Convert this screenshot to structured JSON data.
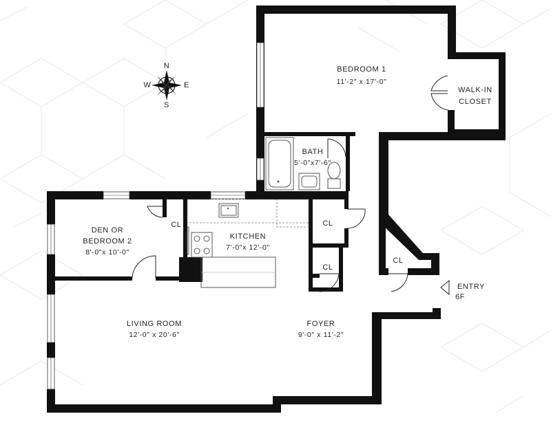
{
  "compass": {
    "n": "N",
    "s": "S",
    "e": "E",
    "w": "W"
  },
  "rooms": {
    "bedroom1": {
      "name": "BEDROOM 1",
      "size": "11'-2\" x 17'-0\""
    },
    "walkin": {
      "line1": "WALK-IN",
      "line2": "CLOSET"
    },
    "bath": {
      "name": "BATH",
      "size": "5'-0\"x7'-6\""
    },
    "den": {
      "line1": "DEN OR",
      "line2": "BEDROOM 2",
      "size": "8'-0\"x 10'-0\""
    },
    "kitchen": {
      "name": "KITCHEN",
      "size": "7'-0\"x 12'-0\""
    },
    "living": {
      "name": "LIVING ROOM",
      "size": "12'-0\" x 20'-6\""
    },
    "foyer": {
      "name": "FOYER",
      "size": "9'-0\" x 11'-2\""
    }
  },
  "closets": {
    "den": "CL",
    "kitchen_upper": "CL",
    "kitchen_lower": "CL",
    "foyer": "CL"
  },
  "entry": {
    "line1": "ENTRY",
    "line2": "6F"
  }
}
